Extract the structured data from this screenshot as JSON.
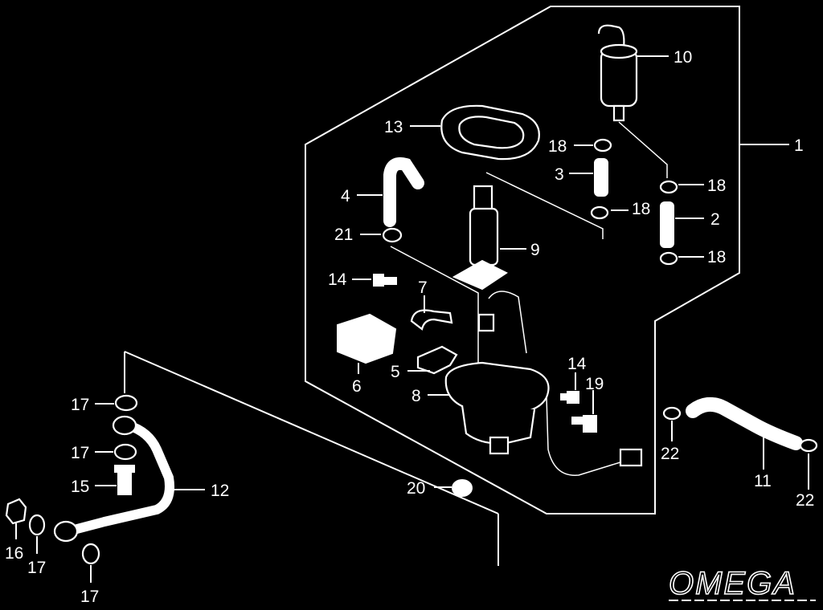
{
  "brand": {
    "logo_text": "OMEGA"
  },
  "callouts": [
    {
      "id": "c10",
      "text": "10"
    },
    {
      "id": "c13",
      "text": "13"
    },
    {
      "id": "c1",
      "text": "1"
    },
    {
      "id": "c18a",
      "text": "18"
    },
    {
      "id": "c18b",
      "text": "18"
    },
    {
      "id": "c18c",
      "text": "18"
    },
    {
      "id": "c18d",
      "text": "18"
    },
    {
      "id": "c3",
      "text": "3"
    },
    {
      "id": "c2",
      "text": "2"
    },
    {
      "id": "c4",
      "text": "4"
    },
    {
      "id": "c21",
      "text": "21"
    },
    {
      "id": "c9",
      "text": "9"
    },
    {
      "id": "c14a",
      "text": "14"
    },
    {
      "id": "c7",
      "text": "7"
    },
    {
      "id": "c6",
      "text": "6"
    },
    {
      "id": "c5",
      "text": "5"
    },
    {
      "id": "c8",
      "text": "8"
    },
    {
      "id": "c14b",
      "text": "14"
    },
    {
      "id": "c19",
      "text": "19"
    },
    {
      "id": "c22a",
      "text": "22"
    },
    {
      "id": "c22b",
      "text": "22"
    },
    {
      "id": "c11",
      "text": "11"
    },
    {
      "id": "c17a",
      "text": "17"
    },
    {
      "id": "c17b",
      "text": "17"
    },
    {
      "id": "c17c",
      "text": "17"
    },
    {
      "id": "c17d",
      "text": "17"
    },
    {
      "id": "c15",
      "text": "15"
    },
    {
      "id": "c12",
      "text": "12"
    },
    {
      "id": "c16",
      "text": "16"
    },
    {
      "id": "c20",
      "text": "20"
    }
  ]
}
